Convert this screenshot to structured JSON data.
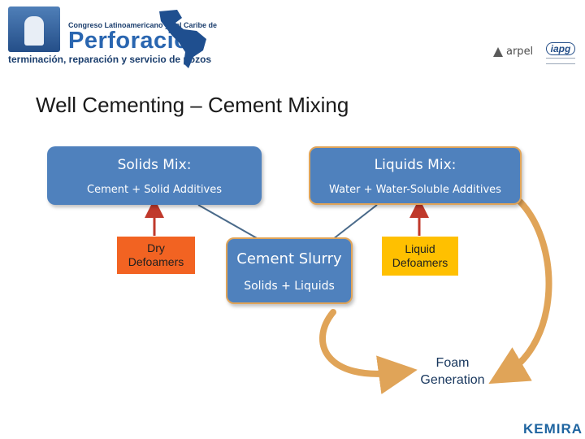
{
  "header": {
    "congress_line": "Congreso Latinoamericano y del Caribe de",
    "congress_main": "Perforación",
    "congress_tagline": "terminación, reparación y servicio de pozos",
    "partner_logo_1": "arpel",
    "partner_logo_2": "iapg"
  },
  "slide": {
    "title": "Well Cementing – Cement Mixing"
  },
  "diagram": {
    "solids_mix": {
      "title": "Solids Mix:",
      "subtitle": "Cement + Solid Additives"
    },
    "liquids_mix": {
      "title": "Liquids Mix:",
      "subtitle": "Water + Water-Soluble Additives"
    },
    "cement_slurry": {
      "title": "Cement Slurry",
      "subtitle": "Solids + Liquids"
    },
    "dry_defoamers": "Dry\nDefoamers",
    "liquid_defoamers": "Liquid\nDefoamers",
    "foam_generation": "Foam\nGeneration"
  },
  "footer": {
    "brand": "KEMIRA"
  },
  "colors": {
    "box_blue": "#4f81bd",
    "accent_orange": "#f26322",
    "accent_yellow": "#ffc000",
    "arrow_gold": "#e0a458",
    "text_dark_blue": "#17365d"
  }
}
